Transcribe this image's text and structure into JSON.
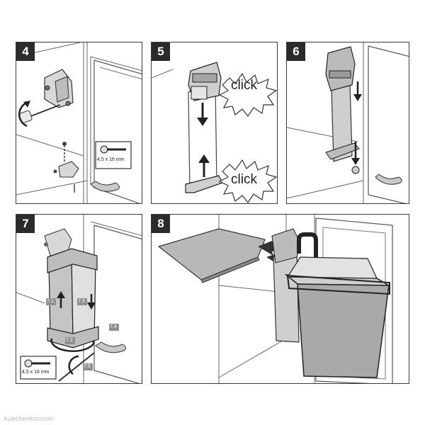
{
  "steps": [
    {
      "number": "4",
      "screw_label": "4,5 x 16 mm"
    },
    {
      "number": "5",
      "click_top": "click",
      "click_bottom": "click"
    },
    {
      "number": "6"
    },
    {
      "number": "7",
      "screw_label": "4,5 x 16 mm",
      "markers": [
        "7.1",
        "7.2",
        "7.3",
        "7.4",
        "7.5"
      ]
    },
    {
      "number": "8"
    }
  ],
  "watermark": "kuechenkonsum",
  "colors": {
    "frame": "#3a3a3a",
    "line": "#555555",
    "part_gray": "#b8b8b8",
    "bin_gray": "#a9a9a9",
    "marker_bg": "#8f8f8f"
  },
  "icons": [
    "screwdriver-icon",
    "rotate-arrow-icon",
    "screw-icon",
    "arrow-down-icon",
    "arrow-up-icon",
    "starburst-icon"
  ]
}
